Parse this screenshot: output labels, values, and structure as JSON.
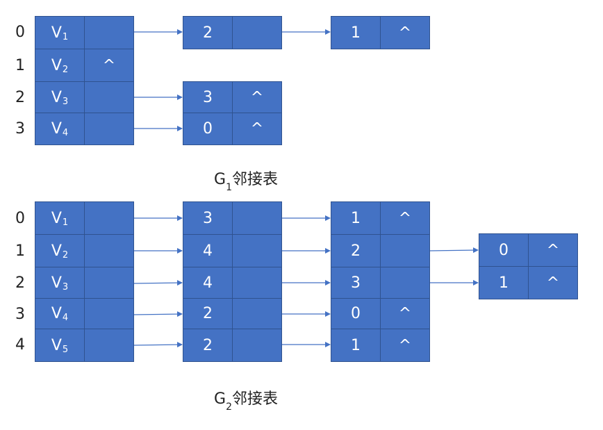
{
  "g1": {
    "indices": [
      "0",
      "1",
      "2",
      "3"
    ],
    "vertex_prefix": "V",
    "vertex_subs": [
      "1",
      "2",
      "3",
      "4"
    ],
    "heads": [
      "",
      "^",
      "",
      ""
    ],
    "nodes": [
      {
        "value": "2",
        "next": ""
      },
      {
        "value": "1",
        "next": "^"
      },
      {
        "value": "3",
        "next": "^"
      },
      {
        "value": "0",
        "next": "^"
      }
    ],
    "caption_letter": "G",
    "caption_sub": "1",
    "caption_text": "邻接表"
  },
  "g2": {
    "indices": [
      "0",
      "1",
      "2",
      "3",
      "4"
    ],
    "vertex_prefix": "V",
    "vertex_subs": [
      "1",
      "2",
      "3",
      "4",
      "5"
    ],
    "col1": [
      {
        "value": "3",
        "next": ""
      },
      {
        "value": "4",
        "next": ""
      },
      {
        "value": "4",
        "next": ""
      },
      {
        "value": "2",
        "next": ""
      },
      {
        "value": "2",
        "next": ""
      }
    ],
    "col2": [
      {
        "value": "1",
        "next": "^"
      },
      {
        "value": "2",
        "next": ""
      },
      {
        "value": "3",
        "next": ""
      },
      {
        "value": "0",
        "next": "^"
      },
      {
        "value": "1",
        "next": "^"
      }
    ],
    "col3": [
      {
        "value": "0",
        "next": "^"
      },
      {
        "value": "1",
        "next": "^"
      }
    ],
    "caption_letter": "G",
    "caption_sub": "2",
    "caption_text": "邻接表"
  }
}
